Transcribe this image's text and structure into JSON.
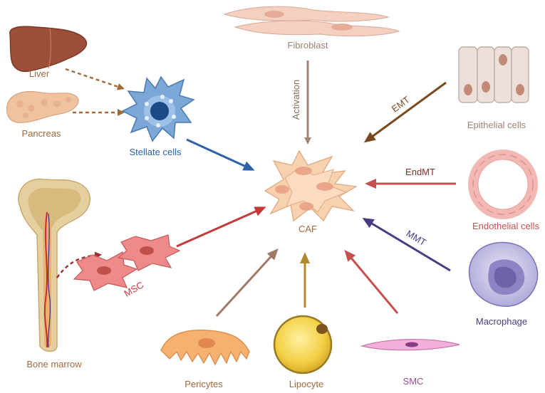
{
  "labels": {
    "fibroblast": "Fibroblast",
    "activation": "Activation",
    "liver": "Liver",
    "pancreas": "Pancreas",
    "stellate": "Stellate cells",
    "epithelial": "Epithelial cells",
    "emt": "EMT",
    "endmt": "EndMT",
    "endothelial": "Endothelial cells",
    "caf": "CAF",
    "msc": "MSC",
    "mmt": "MMT",
    "macrophage": "Macrophage",
    "bone_marrow": "Bone marrow",
    "pericytes": "Pericytes",
    "lipocyte": "Lipocyte",
    "smc": "SMC"
  },
  "colors": {
    "fibroblast": "#a08278",
    "liver_pancreas": "#a06a3c",
    "stellate": "#2e62a8",
    "epithelial": "#7a4a1e",
    "endothelial": "#c4504f",
    "msc": "#c43a3a",
    "macrophage": "#4a3a86",
    "pericytes": "#a07a68",
    "lipocyte": "#b08a2e",
    "smc": "#c4504f",
    "smc_label": "#9a4a9a"
  }
}
